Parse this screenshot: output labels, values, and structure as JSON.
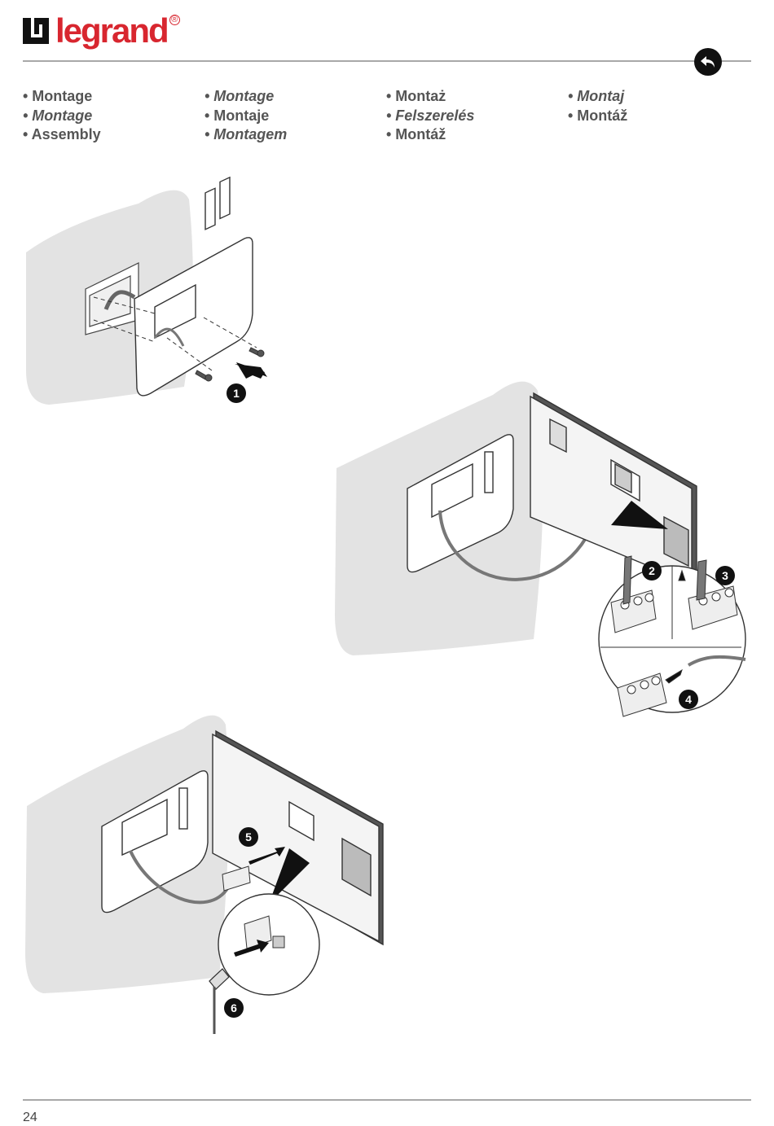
{
  "brand": {
    "name": "legrand",
    "reg_mark": "®"
  },
  "colors": {
    "brand_red": "#d8262f",
    "wall_gray": "#e3e3e3",
    "line": "#444444"
  },
  "nav": {
    "back_icon": "return-arrow-icon"
  },
  "headings": [
    [
      {
        "text": "• Montage",
        "italic": false
      },
      {
        "text": "• Montage",
        "italic": true
      },
      {
        "text": "• Assembly",
        "italic": false
      }
    ],
    [
      {
        "text": "• Montage",
        "italic": true
      },
      {
        "text": "• Montaje",
        "italic": false
      },
      {
        "text": "• Montagem",
        "italic": true
      }
    ],
    [
      {
        "text": "• Montaż",
        "italic": false
      },
      {
        "text": "• Felszerelés",
        "italic": true
      },
      {
        "text": "• Montáž",
        "italic": false
      }
    ],
    [
      {
        "text": "• Montaj",
        "italic": true
      },
      {
        "text": "• Montáž",
        "italic": false
      }
    ]
  ],
  "steps": {
    "s1": "1",
    "s2": "2",
    "s3": "3",
    "s4": "4",
    "s5": "5",
    "s6": "6"
  },
  "footer": {
    "page_number": "24"
  }
}
